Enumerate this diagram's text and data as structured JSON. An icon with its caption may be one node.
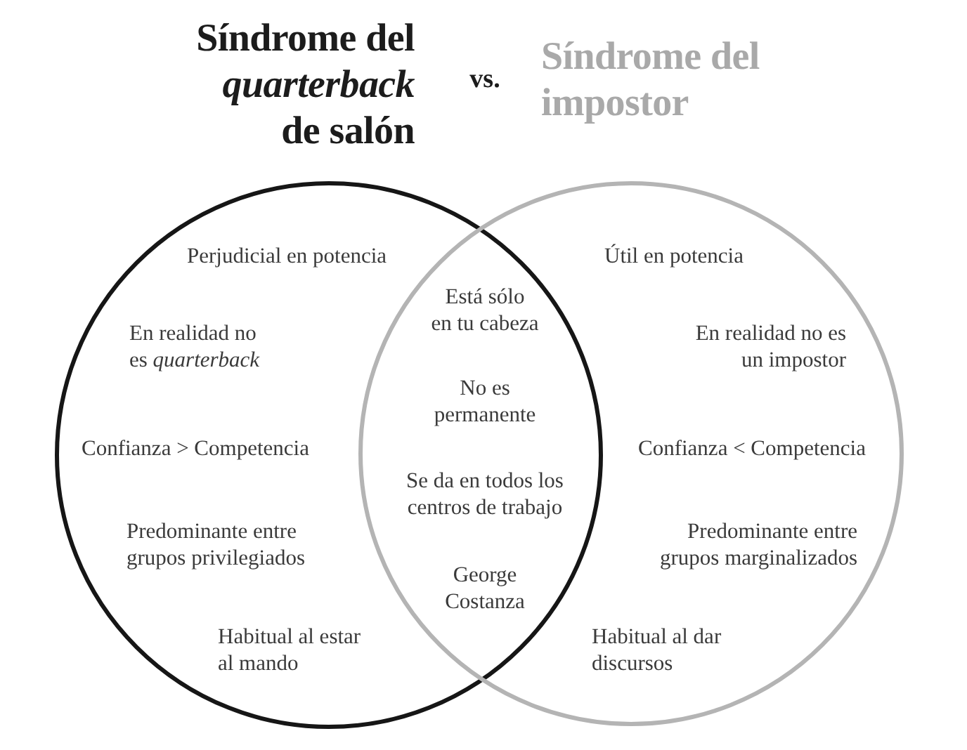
{
  "diagram": {
    "nodes": [
      {
        "text": [
          "Síndrome del *quarterback* de salón",
          "Perjudicial en potencia",
          "En realidad no es *quarterback*",
          "Confianza > Competencia",
          "Predominante entre grupos privilegiados",
          "Habitual al estar al mando"
        ]
      },
      {
        "text": [
          "Síndrome del impostor",
          "Útil en potencia",
          "En realidad no es un impostor",
          "Confianza < Competencia",
          "Predominante entre grupos marginalizados",
          "Habitual al dar discursos"
        ]
      }
    ],
    "labels": [
      "vs.",
      "Está sólo en tu cabeza",
      "No es permanente",
      "Se da en todos los centros de trabajo",
      "George Costanza"
    ]
  }
}
